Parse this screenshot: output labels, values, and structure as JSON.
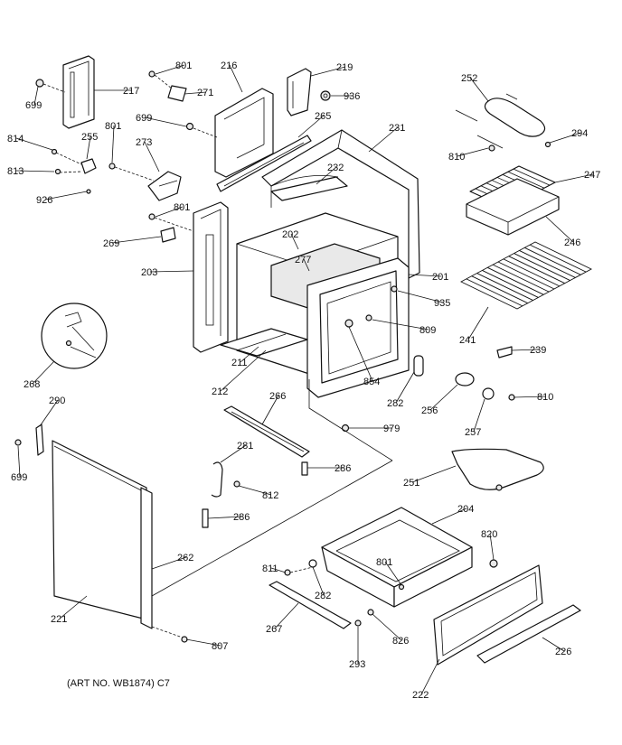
{
  "title": "",
  "footer": {
    "art_no": "(ART NO. WB1874) C7"
  },
  "parts": [
    {
      "id": "p801a",
      "label": "801"
    },
    {
      "id": "p216",
      "label": "216"
    },
    {
      "id": "p219",
      "label": "219"
    },
    {
      "id": "p271",
      "label": "271"
    },
    {
      "id": "p936",
      "label": "936"
    },
    {
      "id": "p217",
      "label": "217"
    },
    {
      "id": "p699a",
      "label": "699"
    },
    {
      "id": "p699b",
      "label": "699"
    },
    {
      "id": "p265",
      "label": "265"
    },
    {
      "id": "p801b",
      "label": "801"
    },
    {
      "id": "p814",
      "label": "814"
    },
    {
      "id": "p255",
      "label": "255"
    },
    {
      "id": "p273",
      "label": "273"
    },
    {
      "id": "p231",
      "label": "231"
    },
    {
      "id": "p813",
      "label": "813"
    },
    {
      "id": "p926",
      "label": "926"
    },
    {
      "id": "p232",
      "label": "232"
    },
    {
      "id": "p801c",
      "label": "801"
    },
    {
      "id": "p269",
      "label": "269"
    },
    {
      "id": "p202",
      "label": "202"
    },
    {
      "id": "p277",
      "label": "277"
    },
    {
      "id": "p203",
      "label": "203"
    },
    {
      "id": "p201",
      "label": "201"
    },
    {
      "id": "p935",
      "label": "935"
    },
    {
      "id": "p809",
      "label": "809"
    },
    {
      "id": "p252",
      "label": "252"
    },
    {
      "id": "p294",
      "label": "294"
    },
    {
      "id": "p810a",
      "label": "810"
    },
    {
      "id": "p247",
      "label": "247"
    },
    {
      "id": "p246",
      "label": "246"
    },
    {
      "id": "p241",
      "label": "241"
    },
    {
      "id": "p239",
      "label": "239"
    },
    {
      "id": "p268",
      "label": "268"
    },
    {
      "id": "p211",
      "label": "211"
    },
    {
      "id": "p212",
      "label": "212"
    },
    {
      "id": "p854",
      "label": "854"
    },
    {
      "id": "p282a",
      "label": "282"
    },
    {
      "id": "p256",
      "label": "256"
    },
    {
      "id": "p810b",
      "label": "810"
    },
    {
      "id": "p257",
      "label": "257"
    },
    {
      "id": "p290",
      "label": "290"
    },
    {
      "id": "p266",
      "label": "266"
    },
    {
      "id": "p979",
      "label": "979"
    },
    {
      "id": "p699c",
      "label": "699"
    },
    {
      "id": "p281",
      "label": "281"
    },
    {
      "id": "p286a",
      "label": "286"
    },
    {
      "id": "p812",
      "label": "812"
    },
    {
      "id": "p286b",
      "label": "286"
    },
    {
      "id": "p251",
      "label": "251"
    },
    {
      "id": "p204",
      "label": "204"
    },
    {
      "id": "p262",
      "label": "262"
    },
    {
      "id": "p820",
      "label": "820"
    },
    {
      "id": "p811",
      "label": "811"
    },
    {
      "id": "p801d",
      "label": "801"
    },
    {
      "id": "p282b",
      "label": "282"
    },
    {
      "id": "p221",
      "label": "221"
    },
    {
      "id": "p267",
      "label": "267"
    },
    {
      "id": "p826",
      "label": "826"
    },
    {
      "id": "p226",
      "label": "226"
    },
    {
      "id": "p807",
      "label": "807"
    },
    {
      "id": "p293",
      "label": "293"
    },
    {
      "id": "p222",
      "label": "222"
    }
  ]
}
